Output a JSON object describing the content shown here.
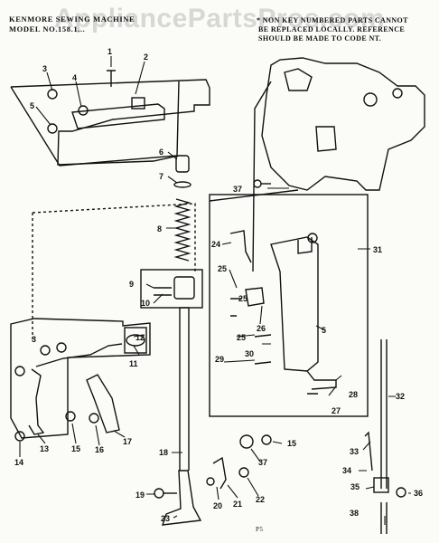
{
  "header": {
    "title_line1": "KENMORE SEWING MACHINE",
    "title_line2": "MODEL NO.158.1...",
    "note_line1": "* NON KEY NUMBERED PARTS CANNOT",
    "note_line2": "BE REPLACED LOCALLY. REFERENCE",
    "note_line3": "SHOULD BE MADE TO CODE NT."
  },
  "watermark": "AppliancePartsPros.com",
  "page_mark": "P5",
  "callouts": [
    "1",
    "2",
    "3",
    "4",
    "5",
    "6",
    "7",
    "8",
    "9",
    "10",
    "11",
    "12",
    "13",
    "14",
    "15",
    "16",
    "17",
    "18",
    "19",
    "20",
    "21",
    "22",
    "23",
    "24",
    "25",
    "26",
    "27",
    "28",
    "29",
    "30",
    "31",
    "32",
    "33",
    "34",
    "35",
    "36",
    "37",
    "38"
  ],
  "colors": {
    "ink": "#111111",
    "paper": "#fbfbf8",
    "watermark": "#969696"
  }
}
